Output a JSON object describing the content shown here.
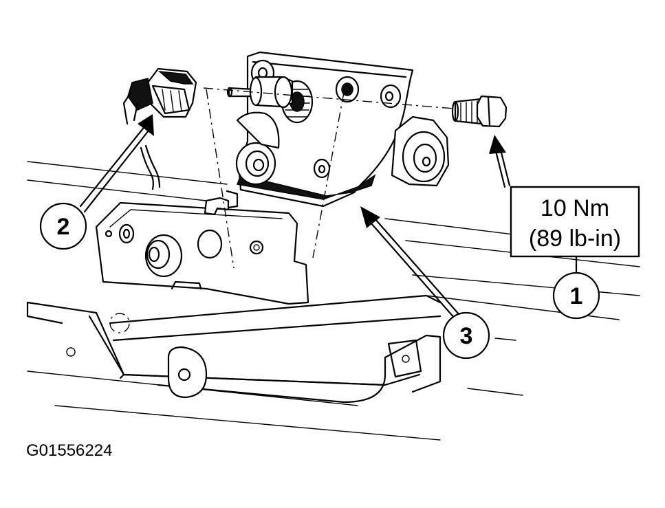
{
  "callouts": [
    {
      "label": "1"
    },
    {
      "label": "2"
    },
    {
      "label": "3"
    }
  ],
  "torque_spec": {
    "line1": "10 Nm",
    "line2": "(89 lb-in)"
  },
  "figure_id": "G01556224"
}
